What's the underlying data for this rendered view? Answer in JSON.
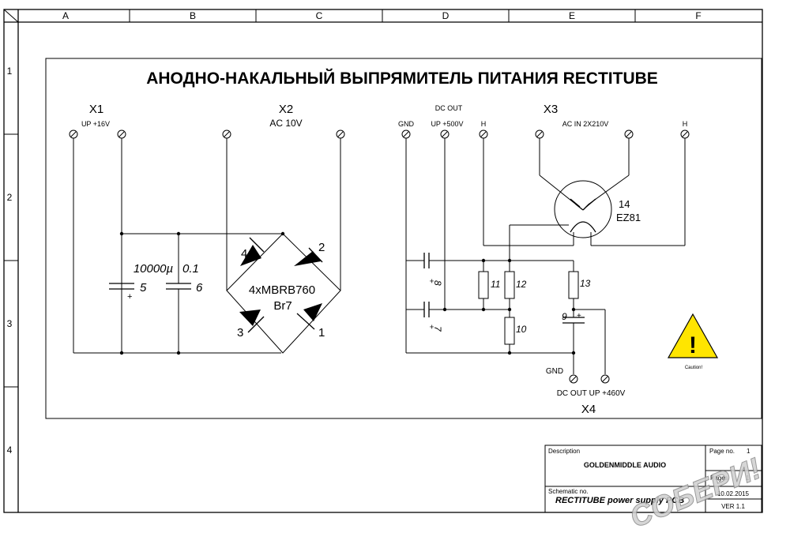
{
  "frame": {
    "columns": [
      "A",
      "B",
      "C",
      "D",
      "E",
      "F"
    ],
    "rows": [
      "1",
      "2",
      "3",
      "4"
    ]
  },
  "title": "АНОДНО-НАКАЛЬНЫЙ ВЫПРЯМИТЕЛЬ  ПИТАНИЯ RECTITUBE",
  "connectors": {
    "x1": {
      "name": "X1",
      "label": "UP +16V"
    },
    "x2": {
      "name": "X2",
      "label": "AC 10V"
    },
    "x3": {
      "name": "X3",
      "label": "AC IN 2X210V"
    },
    "x4": {
      "name": "X4",
      "label": "DC OUT UP +460V",
      "gnd": "GND"
    },
    "dc_out": {
      "title": "DC OUT",
      "gnd": "GND",
      "up": "UP +500V",
      "h1": "H",
      "h2": "H"
    }
  },
  "components": {
    "c5_value": "10000µ",
    "c5_num": "5",
    "c6_value": "0.1",
    "c6_num": "6",
    "bridge_type": "4xMBRB760",
    "bridge_ref": "Br7",
    "d1": "1",
    "d2": "2",
    "d3": "3",
    "d4": "4",
    "c8": "8",
    "c7": "7",
    "c9": "9",
    "r10": "10",
    "r11": "11",
    "r12": "12",
    "r13": "13",
    "tube_num": "14",
    "tube_type": "EZ81",
    "plus": "+"
  },
  "warning": {
    "symbol": "!",
    "caption": "Caution!"
  },
  "title_block": {
    "description_label": "Description",
    "description": "GOLDENMIDDLE AUDIO",
    "page_no_label": "Page no.",
    "page_no": "1",
    "pages_label": "Pages",
    "pages": "1",
    "schematic_label": "Schematic no.",
    "schematic": "RECTITUBE power supply PCB",
    "date": "10.02.2015",
    "version": "VER 1.1"
  },
  "watermark": "СОБЕРИ!"
}
